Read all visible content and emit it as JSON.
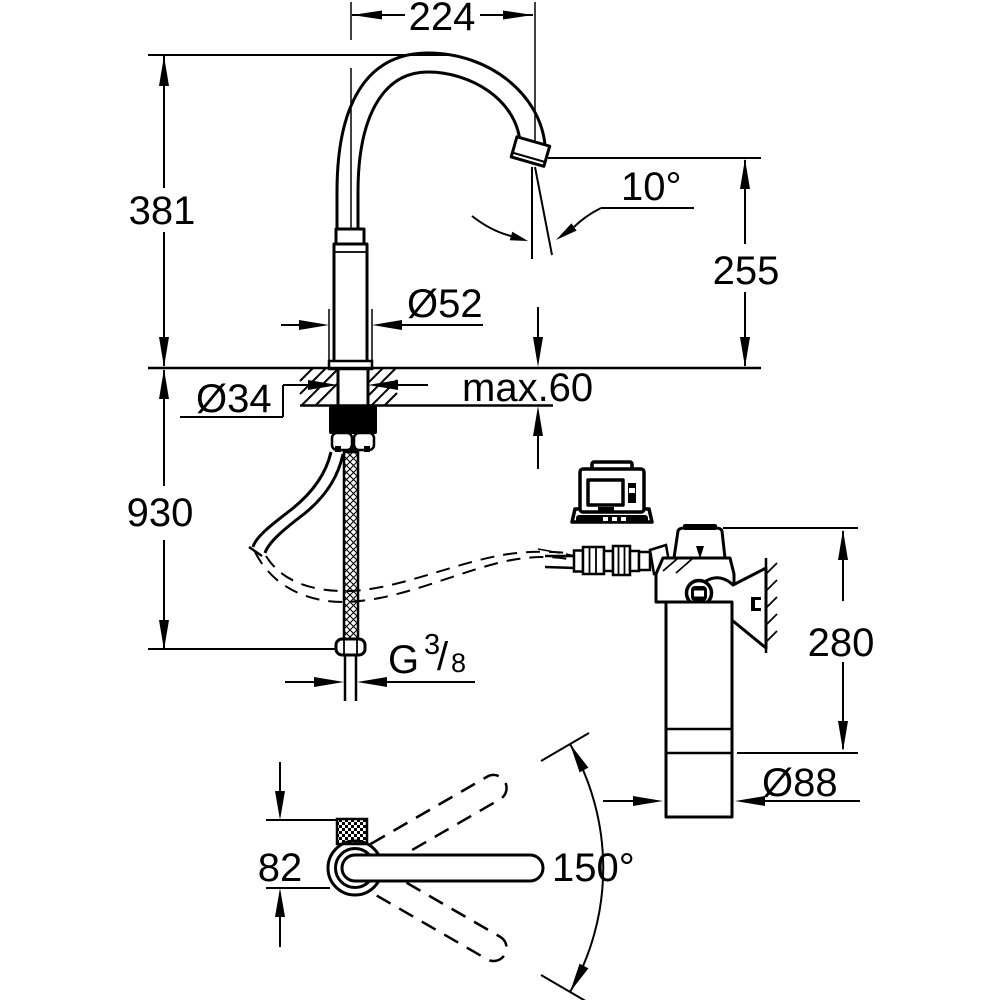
{
  "drawing": {
    "colors": {
      "ink": "#000000",
      "background": "#ffffff"
    },
    "dimensions": {
      "spout_projection": "224",
      "height_to_outlet": "381",
      "outlet_clearance": "255",
      "stream_angle": "10°",
      "body_diameter": "Ø52",
      "shank_diameter": "Ø34",
      "max_mounting_thickness": "max.60",
      "under_counter_length": "930",
      "filter_height": "280",
      "filter_diameter": "Ø88",
      "handle_height": "82",
      "handle_swivel_angle": "150°",
      "thread": {
        "letter": "G",
        "numerator": "3",
        "slash": "/",
        "denominator": "8"
      }
    }
  }
}
